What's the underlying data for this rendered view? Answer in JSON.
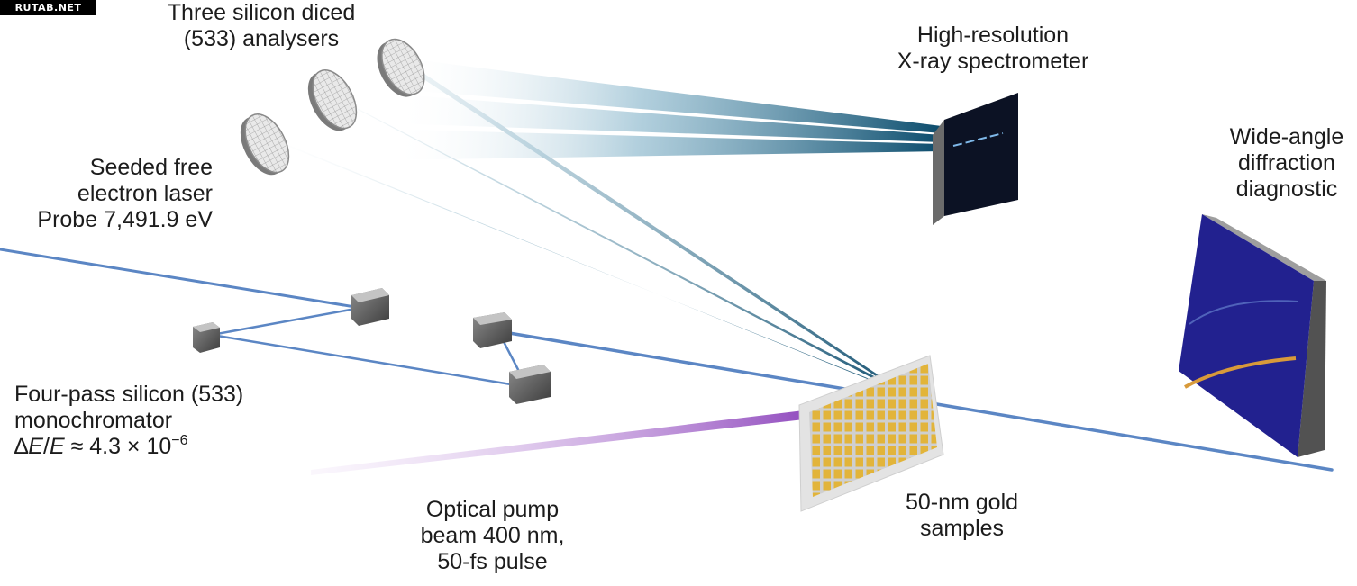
{
  "watermark": "RUTAB.NET",
  "colors": {
    "probe_beam": "#5b86c4",
    "scatter": "#1d5b7d",
    "pump": "#9b5fc0",
    "gold": "#e2b43a",
    "detector": "#1f1f8e",
    "spectrometer": "#0c1224"
  },
  "labels": {
    "analysers": [
      "Three silicon diced",
      "(533) analysers"
    ],
    "spectrometer": [
      "High-resolution",
      "X-ray spectrometer"
    ],
    "fel": [
      "Seeded free",
      "electron laser",
      "Probe 7,491.9 eV"
    ],
    "diffraction": [
      "Wide-angle",
      "diffraction",
      "diagnostic"
    ],
    "mono": [
      "Four-pass silicon (533)",
      "monochromator"
    ],
    "mono_res": {
      "delta": "∆",
      "e1": "E",
      "slash": "/",
      "e2": "E",
      "approx": " ≈ 4.3 × 10",
      "exp": "−6"
    },
    "pump": [
      "Optical pump",
      "beam 400 nm,",
      "50-fs pulse"
    ],
    "gold": [
      "50-nm gold",
      "samples"
    ]
  }
}
